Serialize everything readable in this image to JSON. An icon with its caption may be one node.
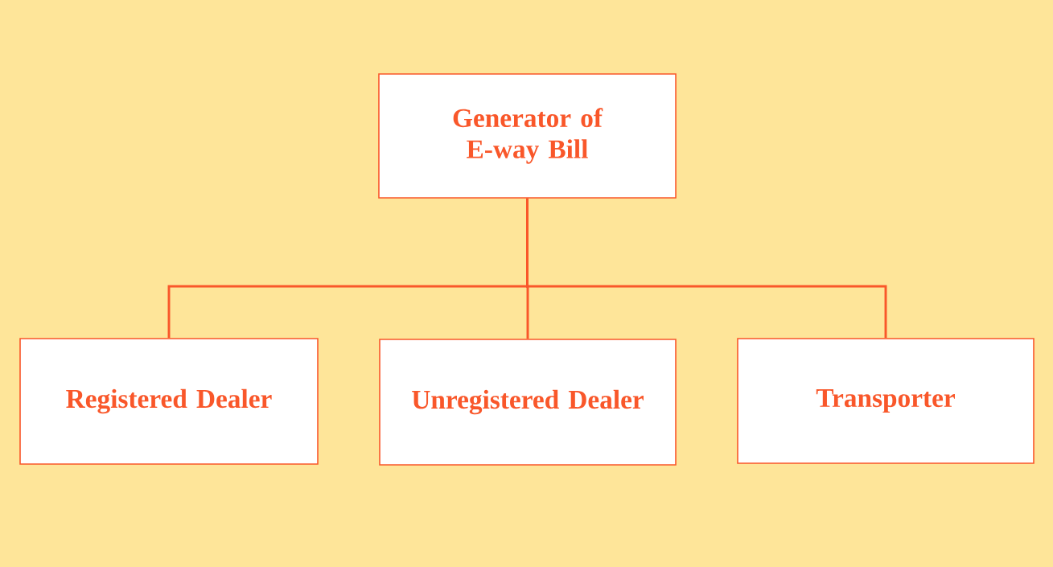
{
  "diagram": {
    "nodes": [
      {
        "text": [
          "Generator of E-way Bill"
        ]
      },
      {
        "text": [
          "Registered Dealer"
        ]
      },
      {
        "text": [
          "Unregistered Dealer"
        ]
      },
      {
        "text": [
          "Transporter"
        ]
      }
    ],
    "edges": [
      {
        "from": 0,
        "to": 1,
        "arrow": "none"
      },
      {
        "from": 0,
        "to": 2,
        "arrow": "none"
      },
      {
        "from": 0,
        "to": 3,
        "arrow": "none"
      }
    ]
  }
}
